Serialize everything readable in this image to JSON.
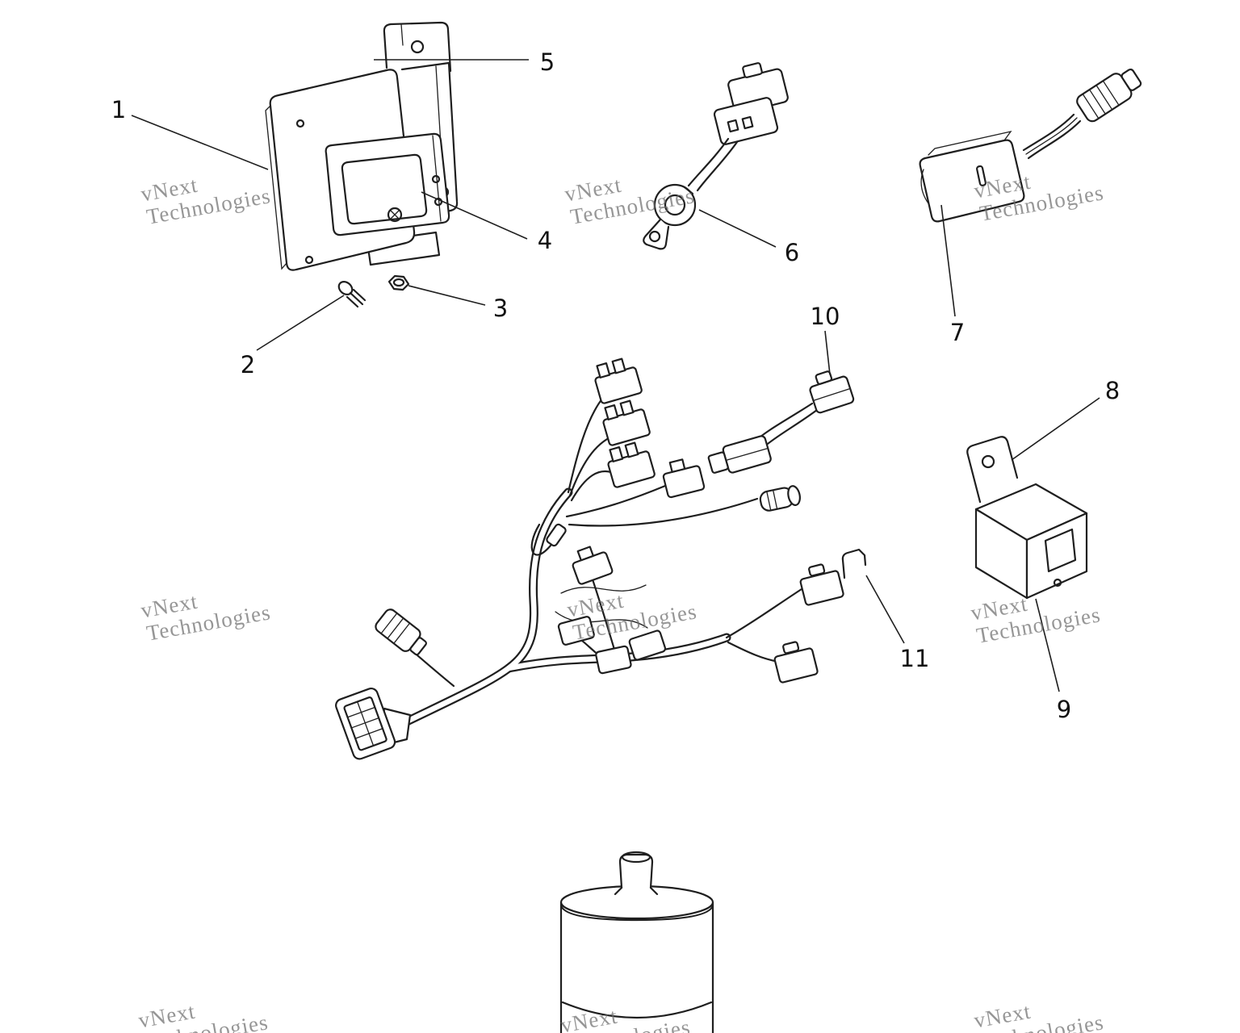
{
  "colors": {
    "background": "#ffffff",
    "ink": "#1f1f1f",
    "watermark": "#6e6e6e"
  },
  "watermark": {
    "line1": "vNext",
    "line2": "Technologies"
  },
  "callouts": [
    {
      "label": "1"
    },
    {
      "label": "2"
    },
    {
      "label": "3"
    },
    {
      "label": "4"
    },
    {
      "label": "5"
    },
    {
      "label": "6"
    },
    {
      "label": "7"
    },
    {
      "label": "8"
    },
    {
      "label": "9"
    },
    {
      "label": "10"
    },
    {
      "label": "11"
    }
  ]
}
